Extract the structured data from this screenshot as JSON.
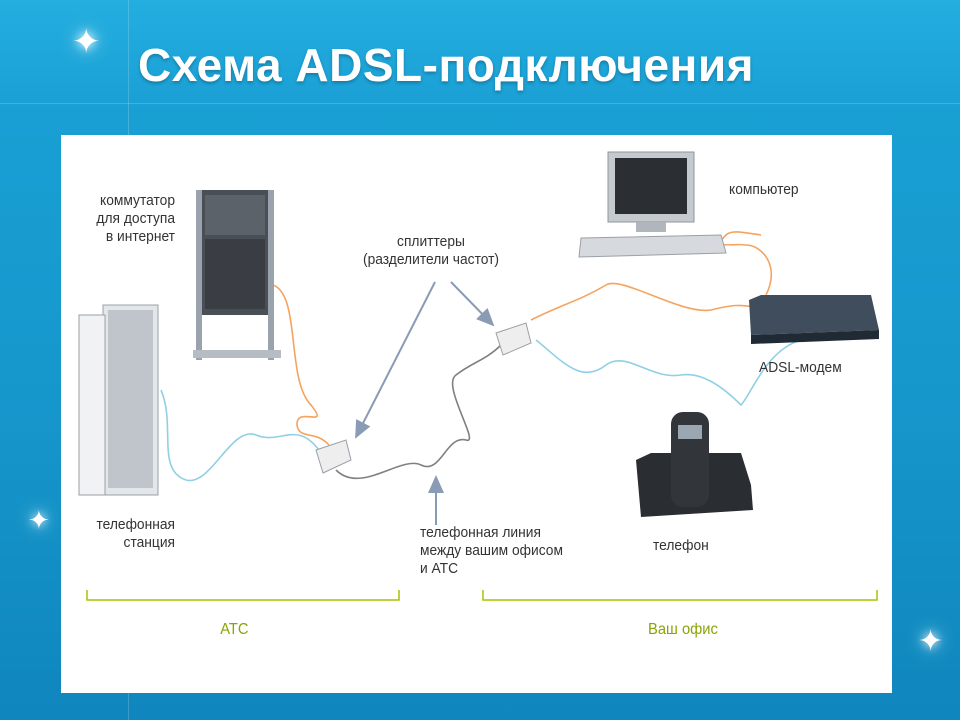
{
  "title": "Схема ADSL-подключения",
  "colors": {
    "background": "#1697cc",
    "panel": "#ffffff",
    "group_line": "#a8c400",
    "cable_orange": "#f4a460",
    "cable_blue": "#8fd0e6",
    "cable_gray": "#808080",
    "pointer_arrow": "#8a9bb5"
  },
  "diagram": {
    "nodes": [
      {
        "id": "switch",
        "label": "коммутатор\nдля доступа\nв интернет",
        "icon": "server-cabinet-icon"
      },
      {
        "id": "exchange",
        "label": "телефонная\nстанция",
        "icon": "telephone-exchange-rack-icon"
      },
      {
        "id": "splitters",
        "label": "сплиттеры\n(разделители частот)",
        "icon": "splitter-icon"
      },
      {
        "id": "computer",
        "label": "компьютер",
        "icon": "desktop-computer-icon"
      },
      {
        "id": "modem",
        "label": "ADSL-модем",
        "icon": "adsl-modem-icon"
      },
      {
        "id": "phone",
        "label": "телефон",
        "icon": "cordless-phone-icon"
      },
      {
        "id": "line",
        "label": "телефонная линия\nмежду вашим офисом\nи АТС",
        "icon": "pointer-arrow-icon"
      }
    ],
    "groups": [
      {
        "id": "ats",
        "label": "АТС"
      },
      {
        "id": "office",
        "label": "Ваш офис"
      }
    ]
  }
}
